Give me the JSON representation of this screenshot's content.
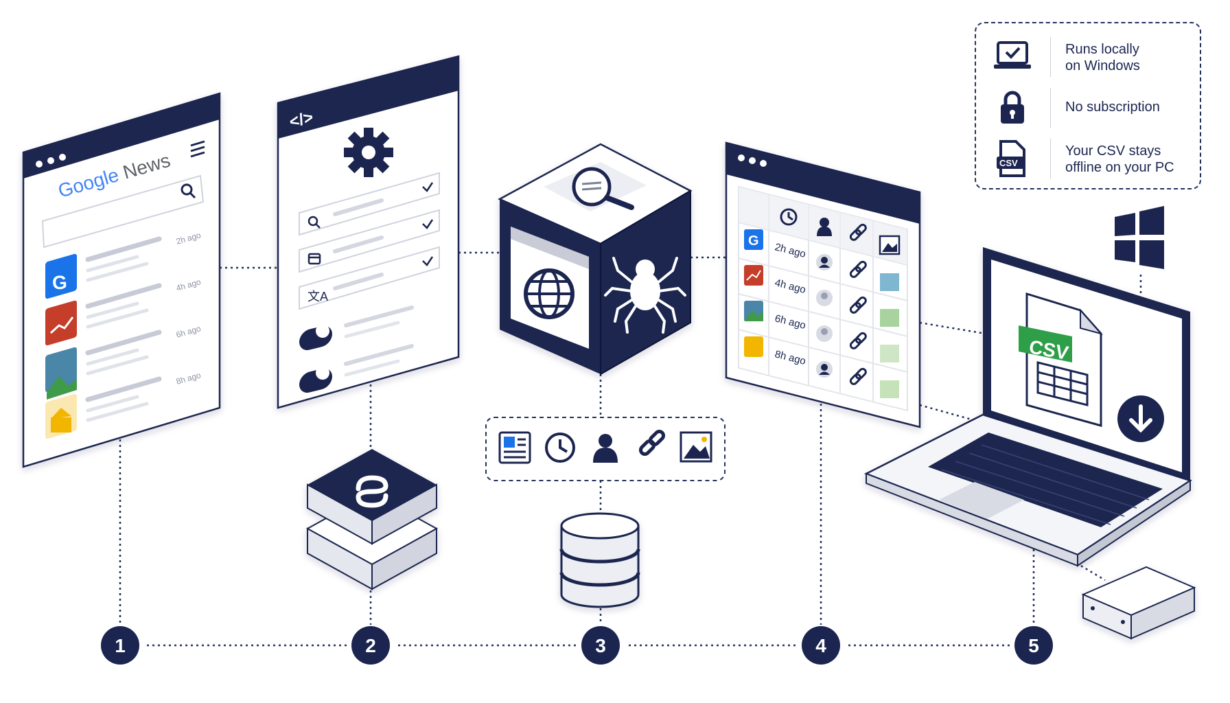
{
  "palette": {
    "navy": "#1b2550",
    "blue": "#1a73e8",
    "red": "#c43e2a",
    "green": "#2e9e48",
    "yellow": "#f2b600",
    "grey": "#d8dbe4"
  },
  "step1": {
    "brand_google": "Google",
    "brand_news": "News",
    "times": [
      "2h ago",
      "4h ago",
      "6h ago",
      "8h ago"
    ],
    "icons": [
      "google-g-icon",
      "trend-chart-icon",
      "landscape-image-icon",
      "building-icon",
      "search-icon",
      "hamburger-menu-icon"
    ]
  },
  "step2": {
    "code_tag": "</>",
    "icons": [
      "code-icon",
      "gear-icon",
      "search-icon",
      "calendar-icon",
      "translate-icon",
      "toggle-icon",
      "python-icon"
    ]
  },
  "step3": {
    "icons": [
      "magnifier-document-icon",
      "browser-globe-icon",
      "spider-icon",
      "news-article-icon",
      "clock-icon",
      "person-icon",
      "link-icon",
      "image-icon",
      "database-icon"
    ]
  },
  "step4": {
    "times": [
      "2h ago",
      "4h ago",
      "6h ago",
      "8h ago"
    ],
    "icons": [
      "clock-icon",
      "person-icon",
      "link-icon",
      "image-icon"
    ]
  },
  "step5": {
    "csv_label": "CSV",
    "icons": [
      "windows-logo-icon",
      "laptop-icon",
      "csv-file-icon",
      "download-icon",
      "mini-pc-icon"
    ]
  },
  "steps": [
    "1",
    "2",
    "3",
    "4",
    "5"
  ],
  "legend": [
    {
      "icon": "laptop-check-icon",
      "text": "Runs locally\non Windows"
    },
    {
      "icon": "lock-icon",
      "text": "No subscription"
    },
    {
      "icon": "csv-file-icon",
      "text": "Your CSV stays\noffline on your PC"
    }
  ]
}
